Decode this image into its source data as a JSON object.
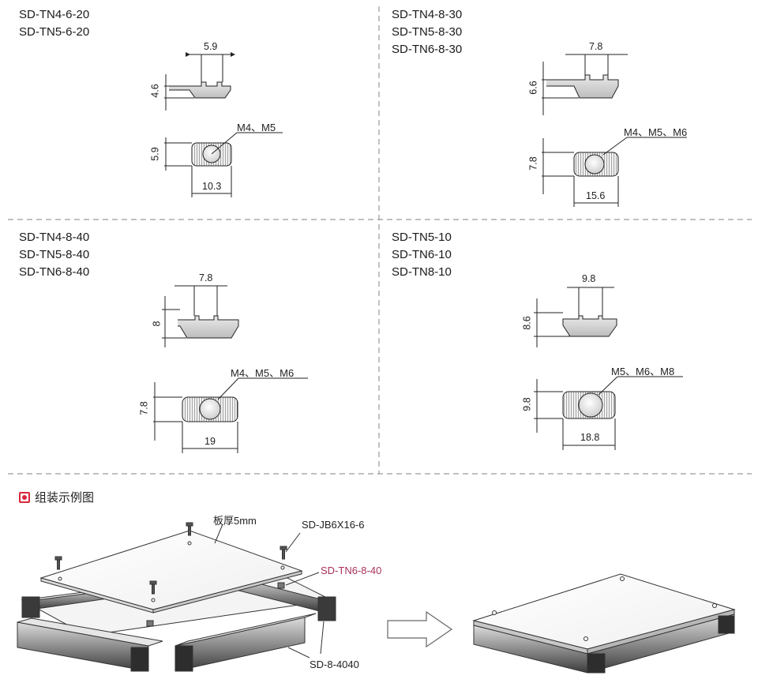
{
  "panels": [
    {
      "models": [
        "SD-TN4-6-20",
        "SD-TN5-6-20"
      ],
      "width_top": "5.9",
      "height_side": "4.6",
      "height_front": "5.9",
      "length": "10.3",
      "threads": "M4、M5"
    },
    {
      "models": [
        "SD-TN4-8-30",
        "SD-TN5-8-30",
        "SD-TN6-8-30"
      ],
      "width_top": "7.8",
      "height_side": "6.6",
      "height_front": "7.8",
      "length": "15.6",
      "threads": "M4、M5、M6"
    },
    {
      "models": [
        "SD-TN4-8-40",
        "SD-TN5-8-40",
        "SD-TN6-8-40"
      ],
      "width_top": "7.8",
      "height_side": "8",
      "height_front": "7.8",
      "length": "19",
      "threads": "M4、M5、M6"
    },
    {
      "models": [
        "SD-TN5-10",
        "SD-TN6-10",
        "SD-TN8-10"
      ],
      "width_top": "9.8",
      "height_side": "8.6",
      "height_front": "9.8",
      "length": "18.8",
      "threads": "M5、M6、M8"
    }
  ],
  "assembly": {
    "title": "组装示例图",
    "plate_label": "板厚5mm",
    "screw_label": "SD-JB6X16-6",
    "nut_label": "SD-TN6-8-40",
    "profile_label": "SD-8-4040"
  },
  "colors": {
    "accent": "#d8283c",
    "nut_label": "#a8325e",
    "divider": "#9a9a9a"
  }
}
